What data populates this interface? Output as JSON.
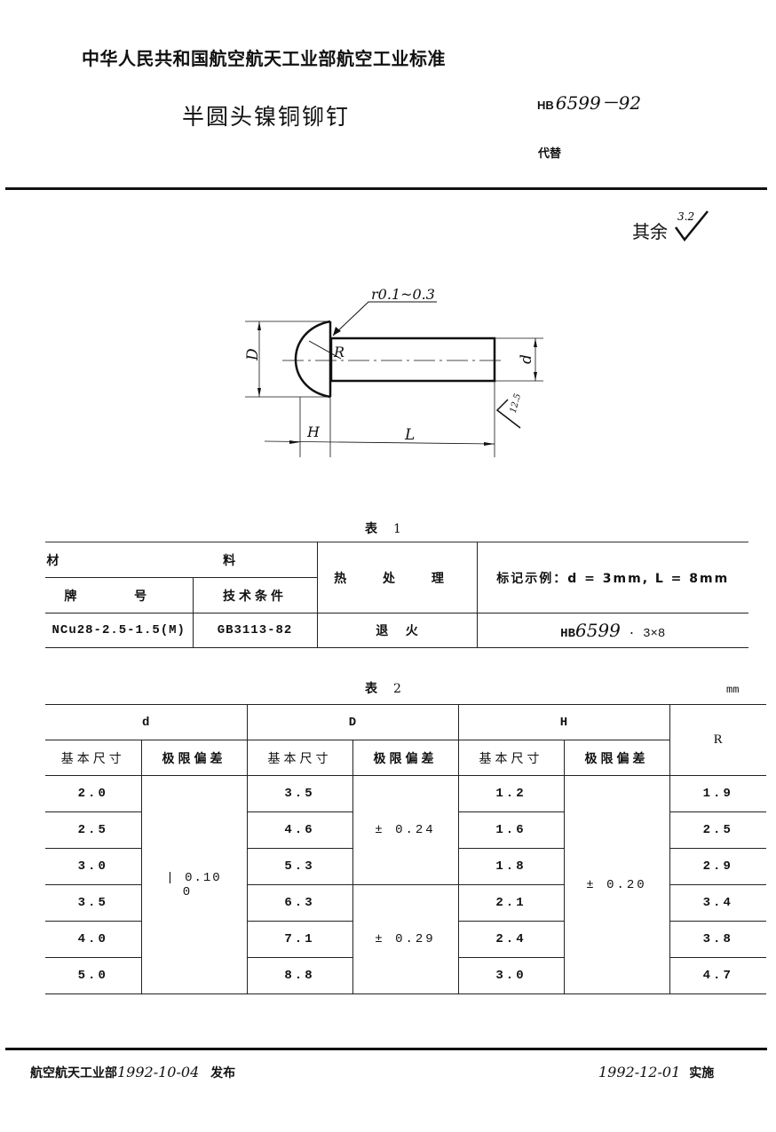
{
  "header": {
    "organization_title": "中华人民共和国航空航天工业部航空工业标准",
    "document_title": "半圆头镍铜铆钉",
    "standard_number_prefix": "HB",
    "standard_number": "6599－92",
    "replaces_label": "代替"
  },
  "surface_roughness": {
    "label": "其余",
    "value": "3.2"
  },
  "drawing": {
    "fillet_note": "r0.1~0.3",
    "labels": {
      "D": "D",
      "d": "d",
      "R": "R",
      "H": "H",
      "L": "L",
      "end_roughness": "12.5"
    }
  },
  "table1": {
    "caption_label": "表",
    "caption_number": "1",
    "headers": {
      "material": "材 料",
      "grade": "牌 号",
      "tech_conditions": "技术条件",
      "heat_treatment": "热 处 理",
      "marking_example": "标记示例：d = 3mm, L = 8mm"
    },
    "row": {
      "grade": "NCu28-2.5-1.5(M)",
      "tech_conditions": "GB3113-82",
      "heat_treatment": "退    火",
      "marking_prefix": "HB",
      "marking_number": "6599",
      "marking_suffix": "· 3×8"
    }
  },
  "table2": {
    "caption_label": "表",
    "caption_number": "2",
    "unit": "mm",
    "groups": {
      "d": "d",
      "D": "D",
      "H": "H",
      "R": "R"
    },
    "subheaders": {
      "basic_size": "基本尺寸",
      "limit_deviation": "极限偏差"
    },
    "rows": [
      {
        "d": "2.0",
        "D": "3.5",
        "H": "1.2",
        "R": "1.9"
      },
      {
        "d": "2.5",
        "D": "4.6",
        "H": "1.6",
        "R": "2.5"
      },
      {
        "d": "3.0",
        "D": "5.3",
        "H": "1.8",
        "R": "2.9"
      },
      {
        "d": "3.5",
        "D": "6.3",
        "H": "2.1",
        "R": "3.4"
      },
      {
        "d": "4.0",
        "D": "7.1",
        "H": "2.4",
        "R": "3.8"
      },
      {
        "d": "5.0",
        "D": "8.8",
        "H": "3.0",
        "R": "4.7"
      }
    ],
    "d_tolerance_upper": "| 0.10",
    "d_tolerance_lower": "0",
    "D_tolerance_1": "± 0.24",
    "D_tolerance_2": "± 0.29",
    "H_tolerance": "± 0.20"
  },
  "footer": {
    "issuer": "航空航天工业部",
    "issue_date": "1992-10-04",
    "issue_label": "发布",
    "effective_date": "1992-12-01",
    "effective_label": "实施"
  }
}
